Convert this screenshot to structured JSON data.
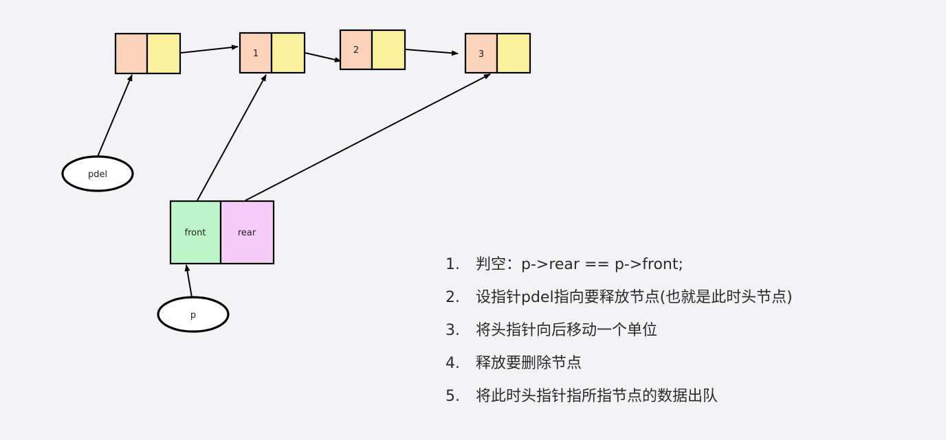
{
  "nodes": {
    "head": {
      "value": ""
    },
    "n1": {
      "value": "1"
    },
    "n2": {
      "value": "2"
    },
    "n3": {
      "value": "3"
    }
  },
  "queue": {
    "front": "front",
    "rear": "rear"
  },
  "pointers": {
    "pdel": "pdel",
    "p": "p"
  },
  "colors": {
    "data_cell": "#fbd2ba",
    "next_cell": "#fbf19d",
    "front_cell": "#bdf5c8",
    "rear_cell": "#f5ccf7",
    "background": "#f3f3f6"
  },
  "steps": [
    {
      "num": "1.",
      "text": "判空：p->rear == p->front;"
    },
    {
      "num": "2.",
      "text": "设指针pdel指向要释放节点(也就是此时头节点)"
    },
    {
      "num": "3.",
      "text": "将头指针向后移动一个单位"
    },
    {
      "num": "4.",
      "text": "释放要删除节点"
    },
    {
      "num": "5.",
      "text": "将此时头指针指所指节点的数据出队"
    }
  ]
}
